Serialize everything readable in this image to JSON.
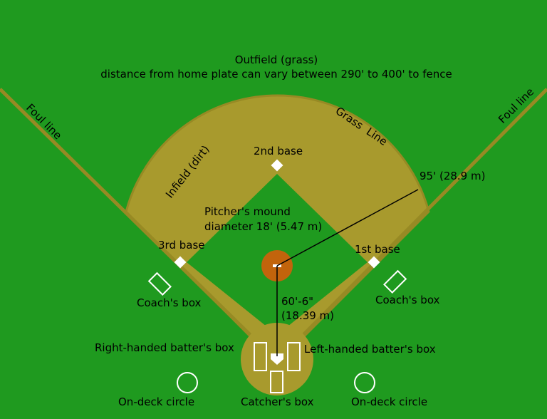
{
  "colors": {
    "grass": "#1f9a1f",
    "dirt": "#a89a2d",
    "dirt_edge": "#978a24",
    "mound": "#c2640c",
    "base": "#ffffff",
    "line": "#000000"
  },
  "labels": {
    "outfield_title": "Outfield (grass)",
    "outfield_note": "distance from home plate can vary between 290' to 400' to fence",
    "foul_line_left": "Foul line",
    "foul_line_right": "Foul line",
    "grass_line": "Grass  Line",
    "infield": "Infield (dirt)",
    "second_base": "2nd base",
    "first_base": "1st base",
    "third_base": "3rd base",
    "radius": "95' (28.9 m)",
    "mound_line1": "Pitcher's mound",
    "mound_line2": "diameter 18' (5.47 m)",
    "distance_line1": "60'-6\"",
    "distance_line2": "(18.39 m)",
    "coach_box_left": "Coach's box",
    "coach_box_right": "Coach's box",
    "rh_batters_box": "Right-handed batter's box",
    "lh_batters_box": "Left-handed batter's box",
    "on_deck_left": "On-deck circle",
    "on_deck_right": "On-deck circle",
    "catchers_box": "Catcher's box"
  }
}
